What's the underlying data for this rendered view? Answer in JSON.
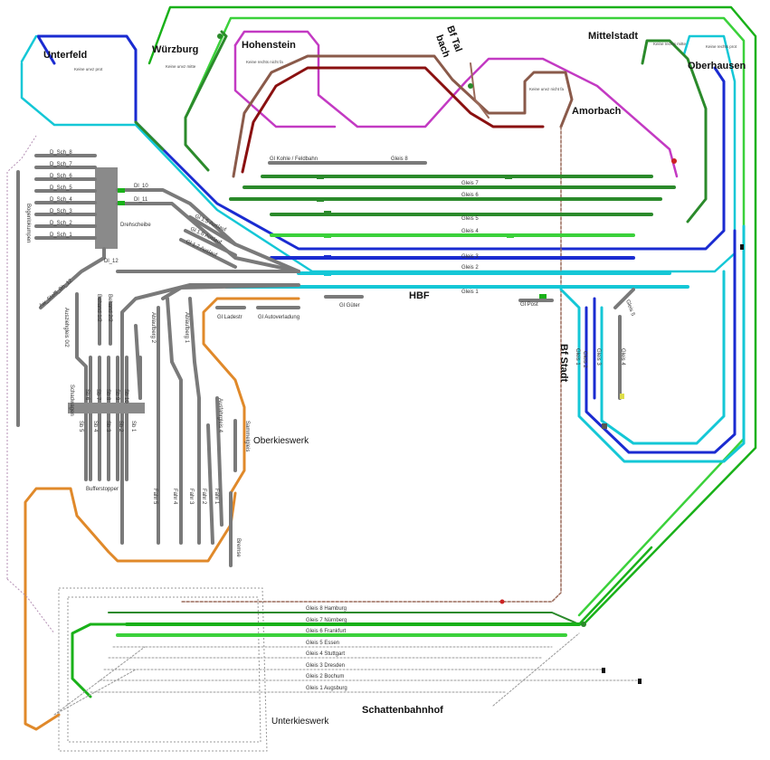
{
  "stations": {
    "unterfeld": "Unterfeld",
    "wuerzburg": "Würzburg",
    "hohenstein": "Hohenstein",
    "bf_tal_1": "Bf Tal",
    "bf_tal_2": "bach",
    "mittelstadt": "Mittelstadt",
    "oberhausen": "Oberhausen",
    "amorbach": "Amorbach",
    "hbf": "HBF",
    "bf_stadt": "Bf Stadt",
    "oberkieswerk": "Oberkieswerk",
    "unterkieswerk": "Unterkieswerk",
    "schattenbahnhof": "Schattenbahnhof"
  },
  "notes": {
    "keine_unvz_prot": "Keine unvz prot",
    "keine_unvz_mitte": "Keine unvz mitte",
    "keine_rechts_nicht_fa": "Keine rechts nicht fa",
    "keine_unvz_nicht_fa": "Keine unvz nicht fa",
    "keine_rechts_mitte": "Keine rechts mitte",
    "keine_rechts_prot": "Keine rechts prot"
  },
  "hbf_tracks": [
    "Gl Kohle / Feldbahn",
    "Gleis 8",
    "Gleis 7",
    "Gleis 6",
    "Gleis 5",
    "Gleis 4",
    "Gleis 3",
    "Gleis 2",
    "Gleis 1"
  ],
  "hbf_sidings": [
    "Gl Ladestr",
    "Gl Autoverladung",
    "Gl Güter",
    "Gl Post"
  ],
  "depot": {
    "roundhouse_label": "Drehscheibe",
    "dl_tracks": [
      "Dl_10",
      "Dl_11",
      "Dl_12"
    ],
    "stall_tracks": [
      "D_Sch_8",
      "D_Sch_7",
      "D_Sch_6",
      "D_Sch_5",
      "D_Sch_4",
      "D_Sch_3",
      "D_Sch_2",
      "D_Sch_1"
    ],
    "side_tracks": [
      "Gl 1.5 Auslauf",
      "Gl 1.6 Auslauf",
      "Gl 1.7 Auslauf"
    ],
    "vertical_label": "Bogenlokumpen",
    "aw_label": "Aw_Stoffl_Bh_12"
  },
  "yard": {
    "left_labels": [
      "Ausziehgleis 0/2",
      "Behand 1/2",
      "Behand 2/2"
    ],
    "schedule": [
      "Schadwagen",
      "Sb 6",
      "Sb 7",
      "Sb 8",
      "Sb 9",
      "Sb 10"
    ],
    "stub_labels": [
      "Sb 5",
      "Sb 4",
      "Sb 3",
      "Sb 2",
      "Sb 1"
    ],
    "ablaufberg": [
      "Ablaufberg 2",
      "Ablaufberg 1"
    ],
    "bufferstop_label": "Bufferstopper",
    "fahr": [
      "Fahr 5",
      "Fahr 4",
      "Fahr 3",
      "Fahr 2",
      "Fahr 1"
    ],
    "ausfahr": "Ausfahrgleis 4",
    "sammel": "Sammelgleis",
    "bremse": "Bremse"
  },
  "stadt_tracks": [
    "Gleis 1",
    "Gleis 2",
    "Gleis 3",
    "Gleis 4",
    "Gleis 5"
  ],
  "shadow_tracks": [
    "Gleis 8 Hamburg",
    "Gleis 7 Nürnberg",
    "Gleis 6 Frankfurt",
    "Gleis 5 Essen",
    "Gleis 4 Stuttgart",
    "Gleis 3 Dresden",
    "Gleis 2 Bochum",
    "Gleis 1 Augsburg"
  ]
}
